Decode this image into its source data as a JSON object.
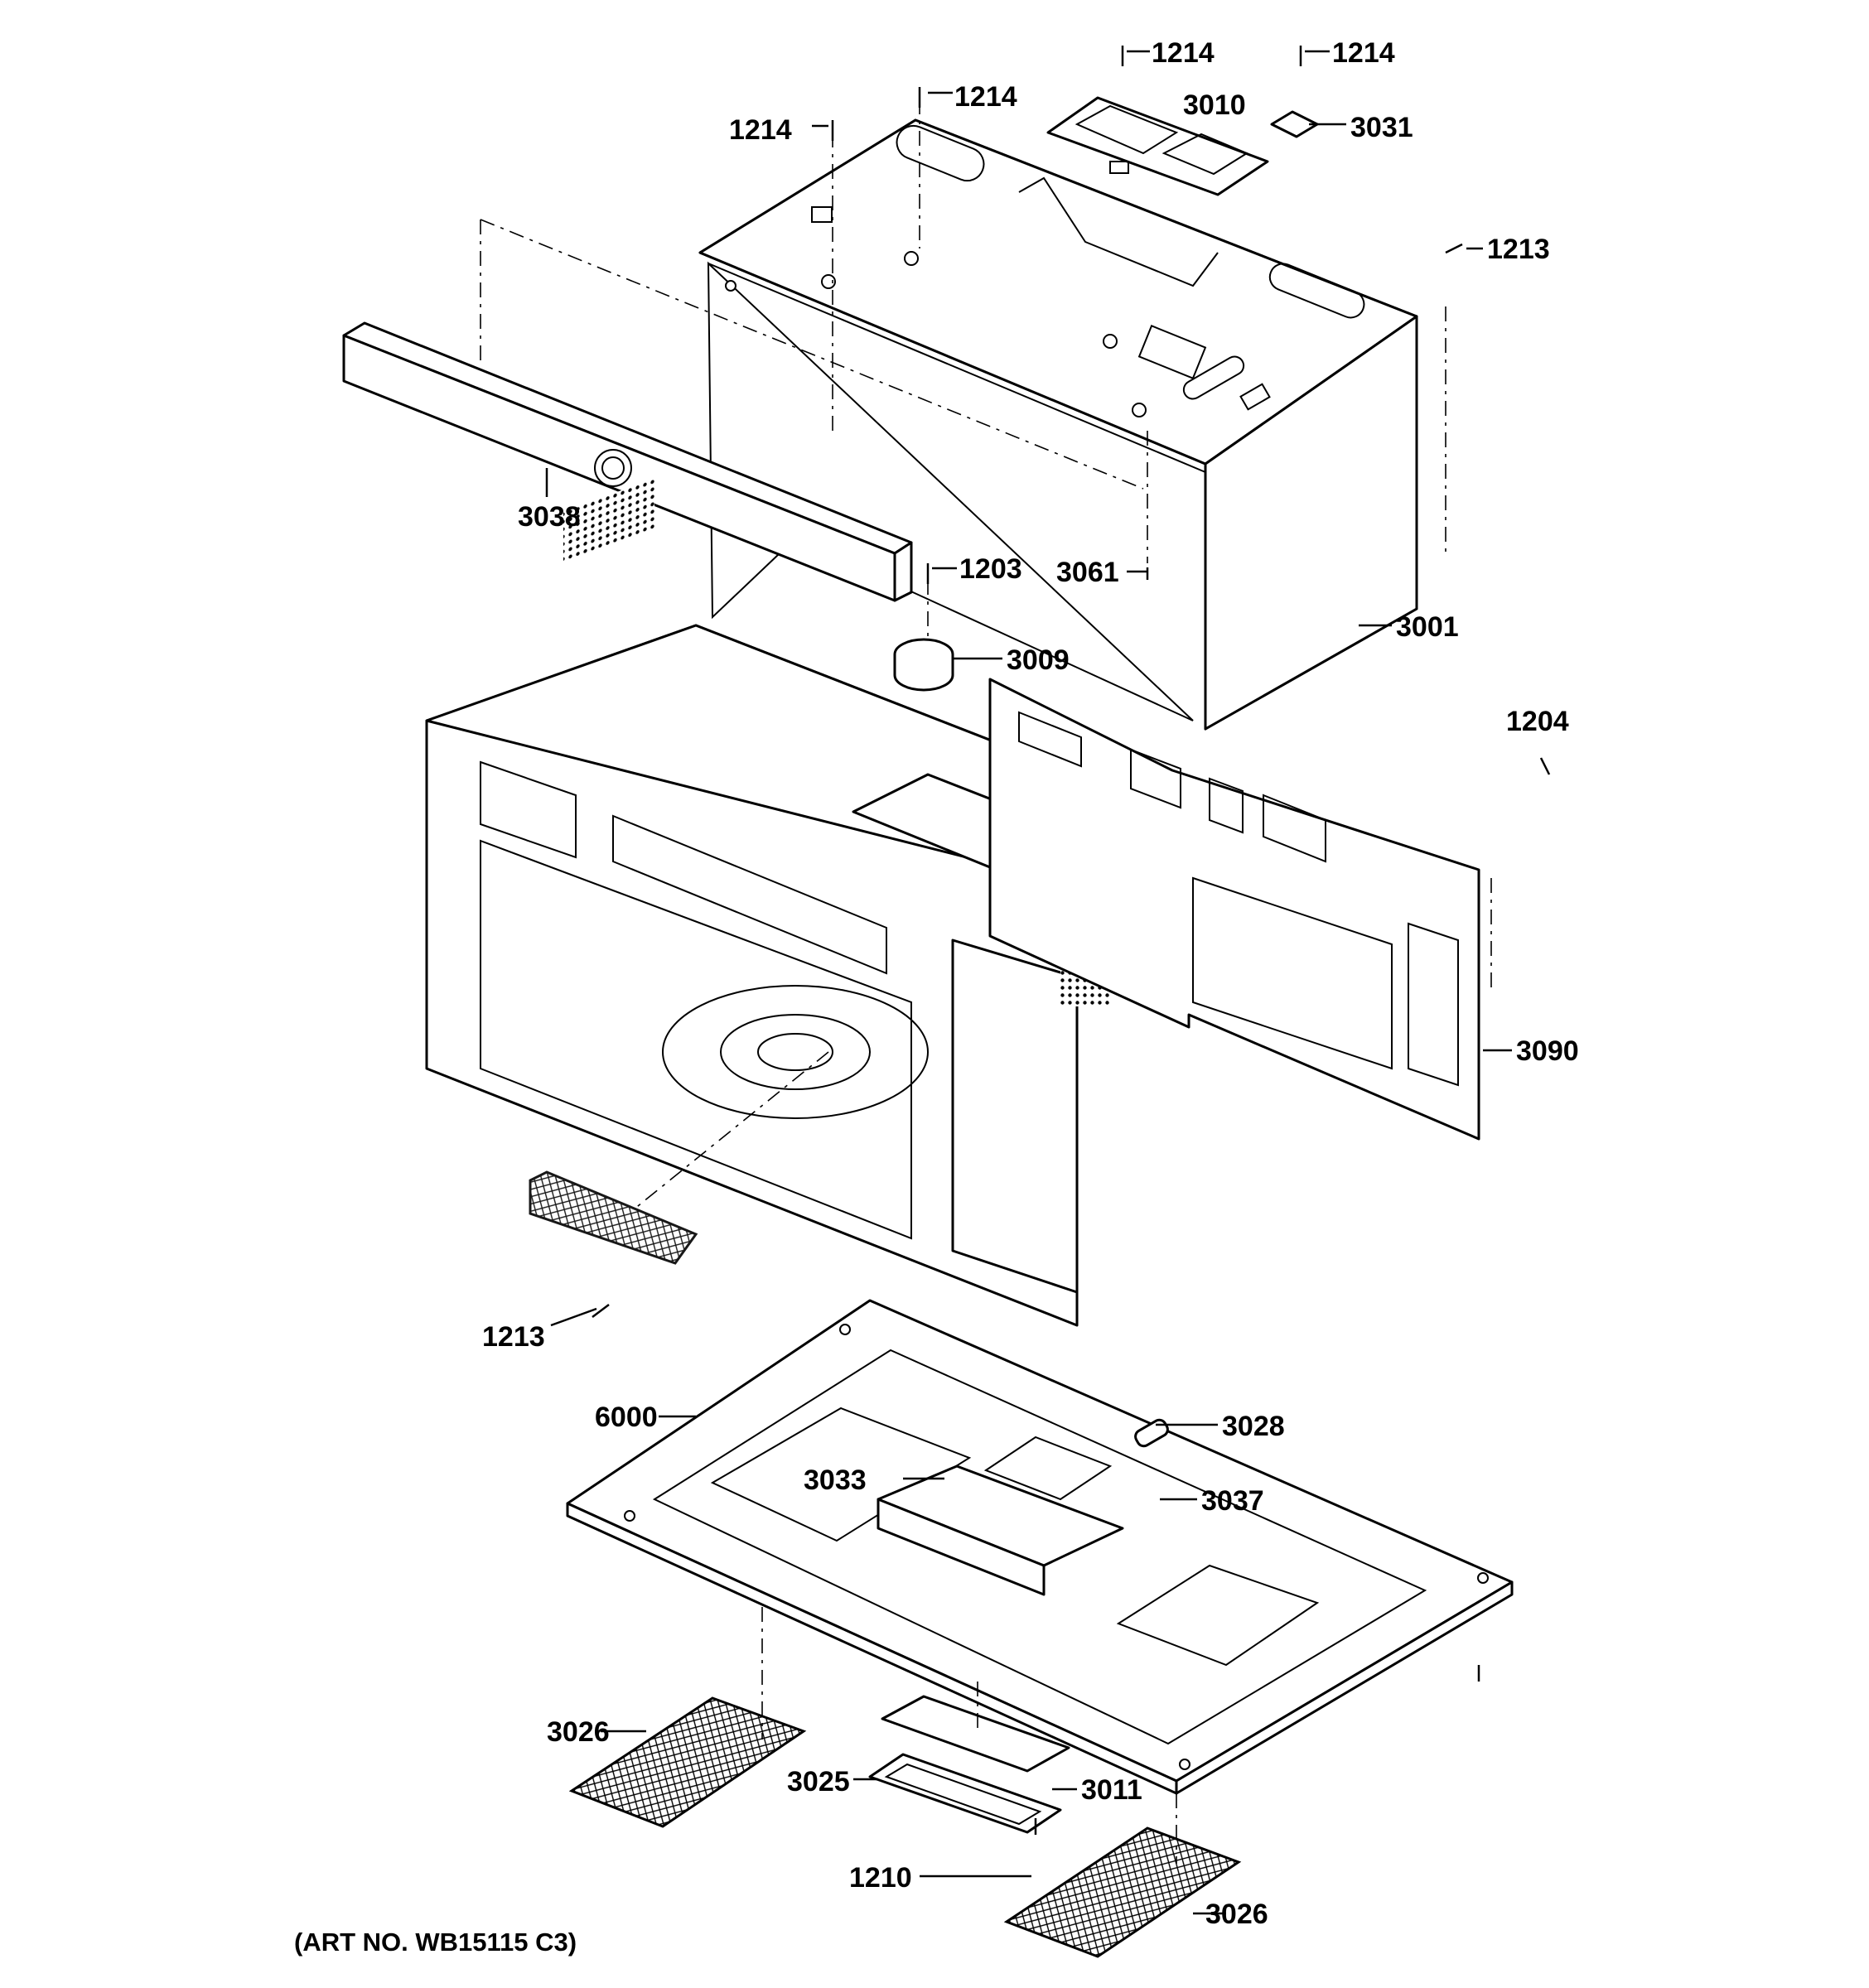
{
  "caption": "(ART NO. WB15115 C3)",
  "callouts": [
    {
      "id": "1214"
    },
    {
      "id": "1214"
    },
    {
      "id": "1214"
    },
    {
      "id": "1214"
    },
    {
      "id": "3010"
    },
    {
      "id": "3031"
    },
    {
      "id": "1213"
    },
    {
      "id": "3038"
    },
    {
      "id": "1203"
    },
    {
      "id": "3061"
    },
    {
      "id": "3001"
    },
    {
      "id": "3009"
    },
    {
      "id": "1204"
    },
    {
      "id": "3090"
    },
    {
      "id": "1213"
    },
    {
      "id": "6000"
    },
    {
      "id": "3028"
    },
    {
      "id": "3033"
    },
    {
      "id": "3037"
    },
    {
      "id": "3026"
    },
    {
      "id": "3025"
    },
    {
      "id": "3011"
    },
    {
      "id": "1210"
    },
    {
      "id": "3026"
    }
  ]
}
